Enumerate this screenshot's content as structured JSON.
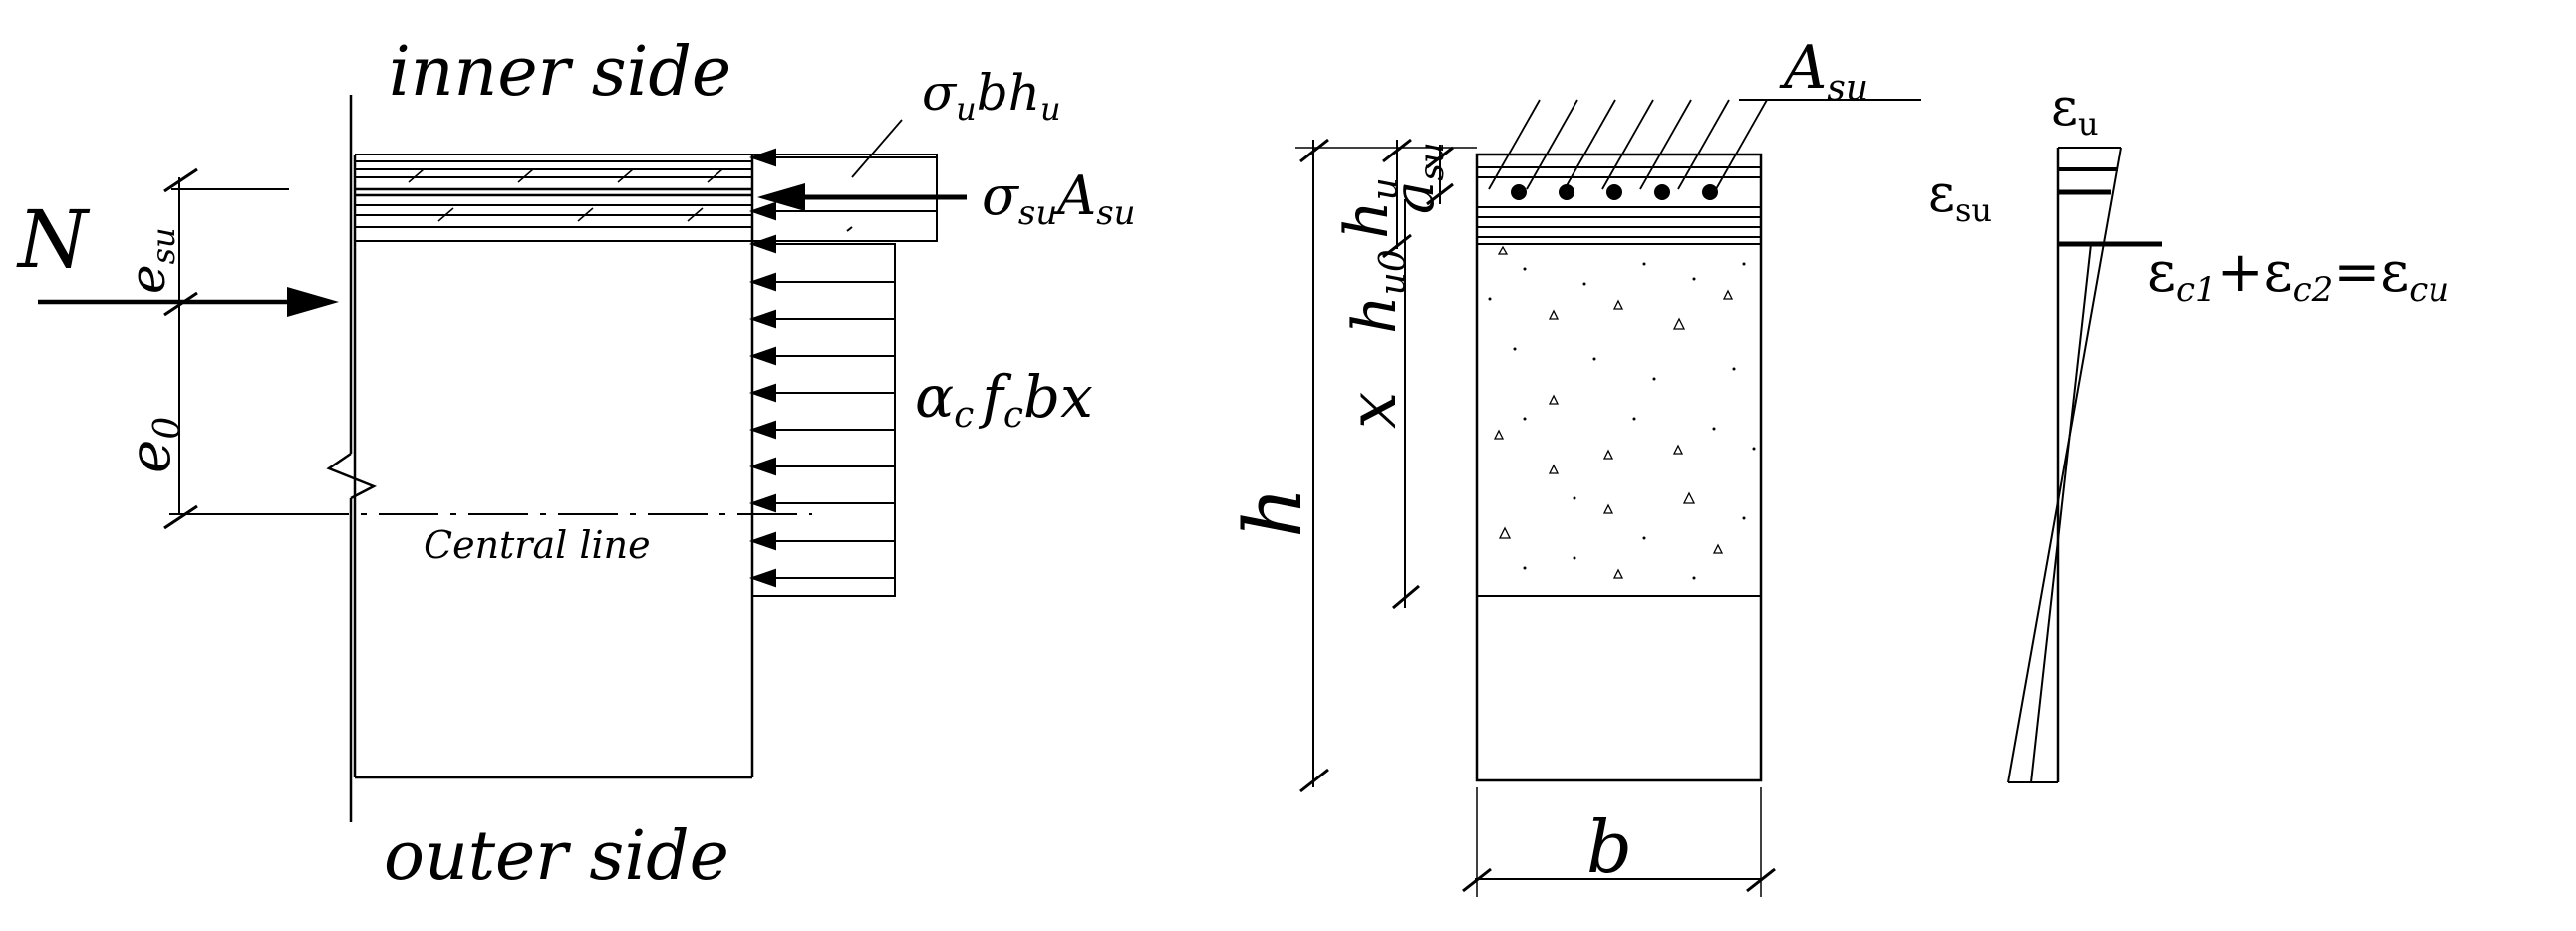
{
  "labels": {
    "inner_side": "inner side",
    "outer_side": "outer side",
    "central_line": "Central line",
    "N": "N",
    "e_su": {
      "base": "e",
      "sub": "su"
    },
    "e_0": {
      "base": "e",
      "sub": "0"
    },
    "sigma_u_b_h_u": {
      "p1": "σ",
      "s1": "u",
      "p2": "bh",
      "s2": "u"
    },
    "sigma_su_A_su": {
      "p1": "σ",
      "s1": "su",
      "p2": "A",
      "s2": "su"
    },
    "alpha_fcbx": {
      "p1": "α",
      "s1": "c",
      "p2": "f",
      "s2": "c",
      "p3": "bx"
    },
    "A_su": {
      "base": "A",
      "sub": "su"
    },
    "h_u": {
      "base": "h",
      "sub": "u"
    },
    "a_su": {
      "base": "a",
      "sub": "su"
    },
    "h_u0": {
      "base": "h",
      "sub": "u0"
    },
    "x": "x",
    "h": "h",
    "b": "b",
    "eps_u": {
      "base": "ε",
      "sub": "u"
    },
    "eps_su": {
      "base": "ε",
      "sub": "su"
    },
    "eps_sum": {
      "e1": "ε",
      "s1": "c1",
      "plus": "+",
      "e2": "ε",
      "s2": "c2",
      "eq": "=",
      "e3": "ε",
      "s3": "cu"
    }
  },
  "stroke_color": "#000000",
  "background_color": "#ffffff"
}
